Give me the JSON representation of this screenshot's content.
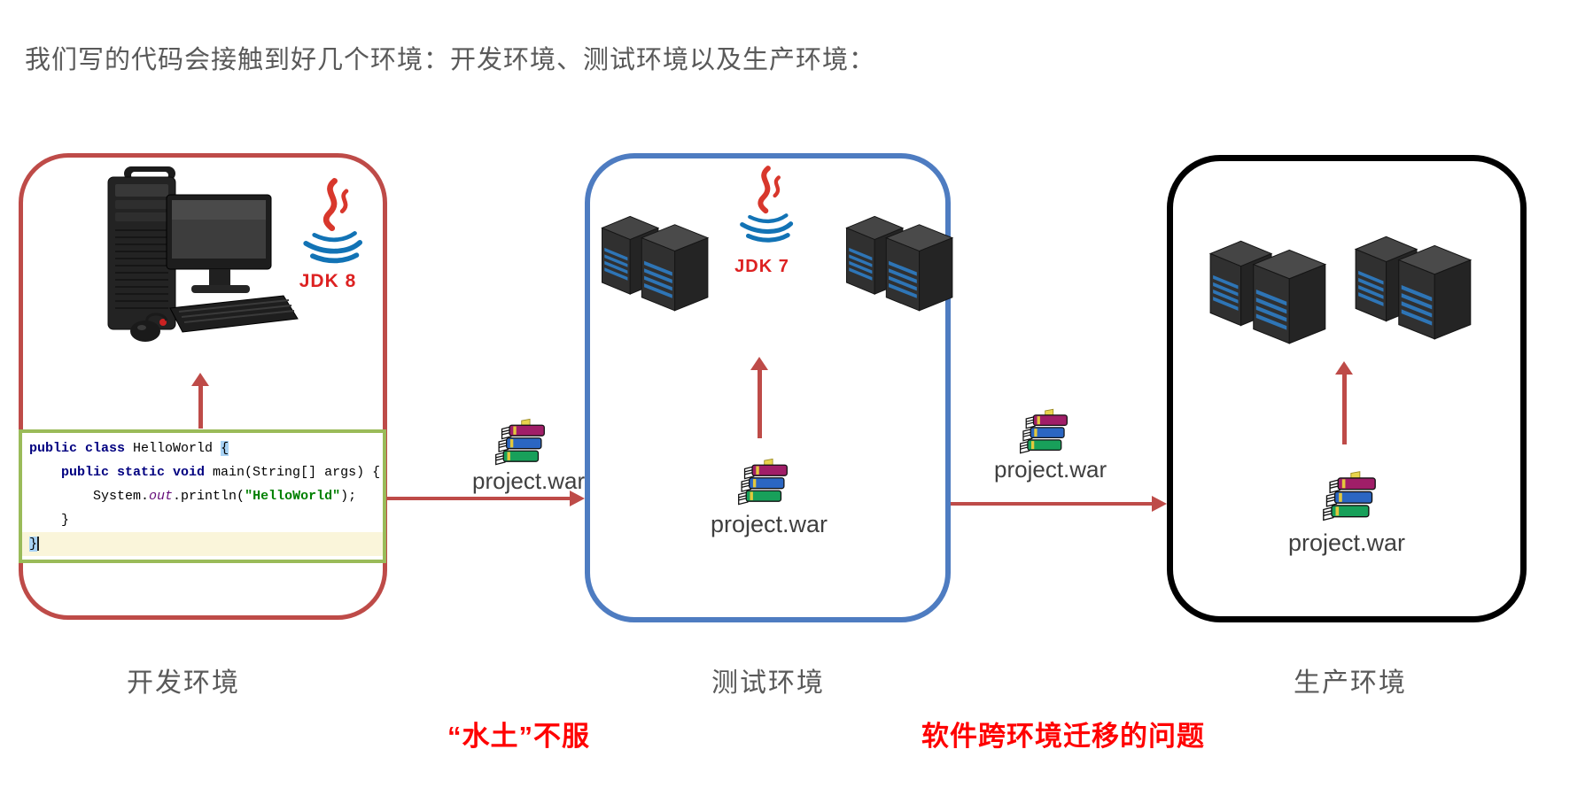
{
  "title": "我们写的代码会接触到好几个环境：开发环境、测试环境以及生产环境：",
  "environments": {
    "dev": {
      "label": "开发环境",
      "jdk": "JDK 8",
      "border_color": "#BE4B48"
    },
    "test": {
      "label": "测试环境",
      "jdk": "JDK 7",
      "border_color": "#4E7CC1"
    },
    "prod": {
      "label": "生产环境",
      "border_color": "#000000"
    }
  },
  "artifacts": {
    "transfer1": "project.war",
    "test_inner": "project.war",
    "transfer2": "project.war",
    "prod_inner": "project.war"
  },
  "annotations": {
    "issue1": "“水土”不服",
    "issue2": "软件跨环境迁移的问题",
    "color": "#FF0000"
  },
  "code": {
    "line1": {
      "kw": "public class ",
      "name": "HelloWorld ",
      "brace": "{"
    },
    "line2": {
      "pre": "    ",
      "kw": "public static void ",
      "rest": "main(String[] args) {"
    },
    "line3": {
      "p1": "        System.",
      "out": "out",
      "p2": ".println(",
      "str": "\"HelloWorld\"",
      "p3": ");"
    },
    "line4": "    }",
    "line5": "}"
  },
  "icons": {
    "computer": "desktop-computer",
    "java": "java-cup-logo",
    "server": "server-rack",
    "archive": "winrar-books"
  },
  "colors": {
    "arrow": "#BE4B48",
    "code_border": "#9ABB59",
    "gray_text": "#595959",
    "jdk_text": "#DD2222",
    "server_slat_blue": "#2E75B6"
  }
}
